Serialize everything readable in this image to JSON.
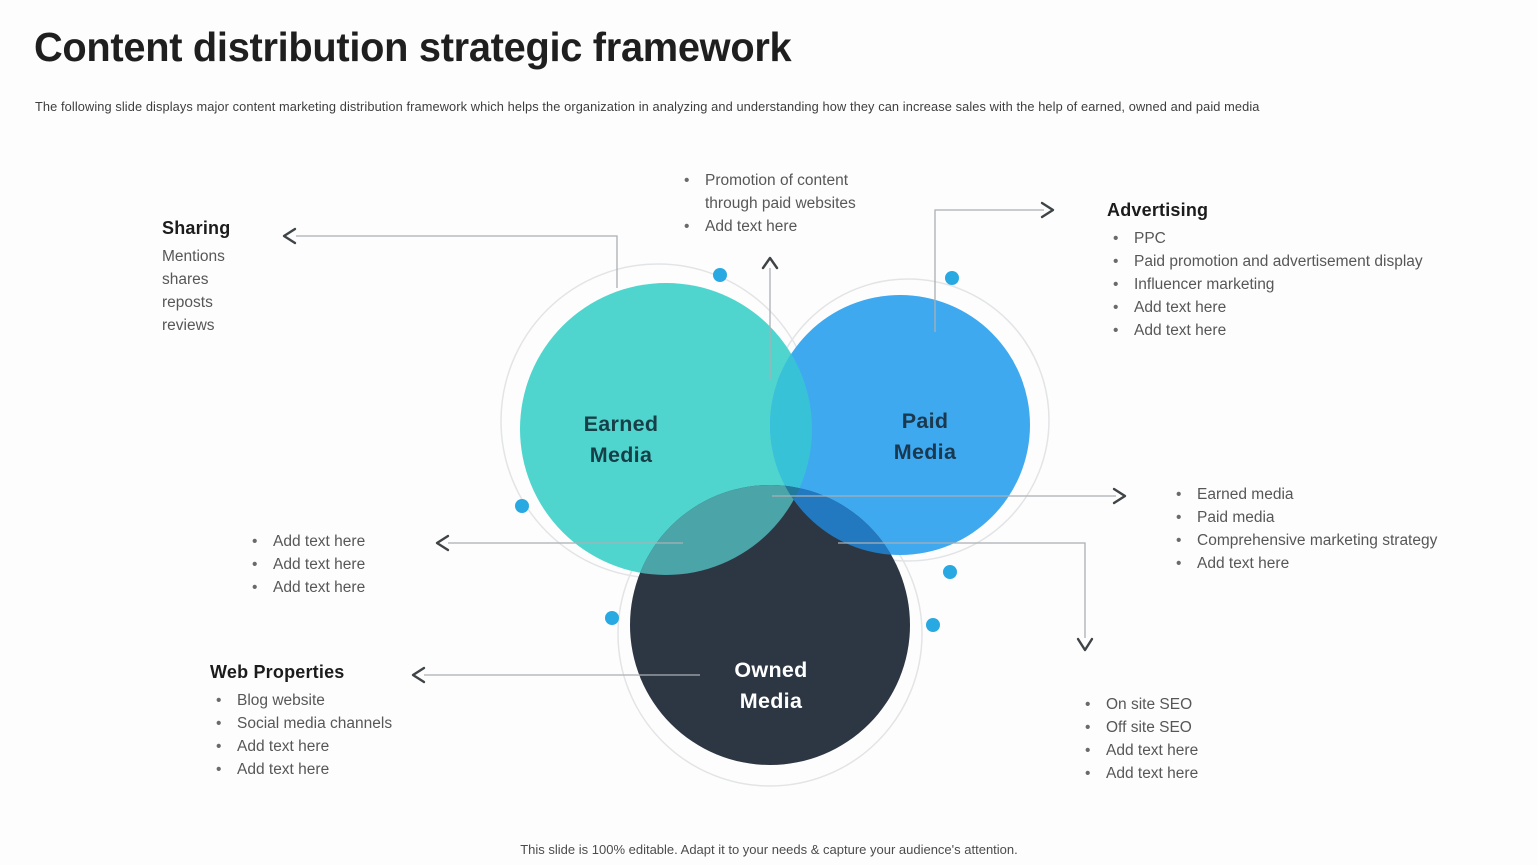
{
  "slide": {
    "title": "Content distribution strategic framework",
    "subtitle": "The following slide displays major content marketing distribution framework which helps the organization in analyzing and understanding how they can increase sales with the help of earned, owned and paid media",
    "footer": "This slide is 100% editable. Adapt it to your needs & capture your audience's attention."
  },
  "venn": {
    "circles": [
      {
        "label": "Earned Media",
        "color": "#4fd5cd"
      },
      {
        "label": "Paid Media",
        "color": "#3fa9f0"
      },
      {
        "label": "Owned Media",
        "color": "#2d3743"
      }
    ]
  },
  "callouts": {
    "sharing": {
      "heading": "Sharing",
      "items": [
        "Mentions",
        "shares",
        "reposts",
        "reviews"
      ]
    },
    "paid_promotion": {
      "items": [
        "Promotion of content through paid websites",
        "Add text here"
      ]
    },
    "advertising": {
      "heading": "Advertising",
      "items": [
        "PPC",
        "Paid promotion and advertisement display",
        "Influencer marketing",
        "Add text here",
        "Add text here"
      ]
    },
    "combined_strategy": {
      "items": [
        "Earned media",
        "Paid media",
        "Comprehensive marketing strategy",
        "Add text here"
      ]
    },
    "earned_notes": {
      "items": [
        "Add text here",
        "Add text here",
        "Add text here"
      ]
    },
    "web_properties": {
      "heading": "Web Properties",
      "items": [
        "Blog website",
        "Social media channels",
        "Add text here",
        "Add text here"
      ]
    },
    "seo": {
      "items": [
        "On site SEO",
        "Off site SEO",
        "Add text here",
        "Add text here"
      ]
    }
  },
  "colors": {
    "earned": "#4fd5cd",
    "paid": "#3fa9f0",
    "owned": "#2d3743",
    "earned_paid_overlap": "#38c2d8",
    "earned_owned_overlap": "#4aa4a8",
    "paid_owned_overlap": "#2379bf",
    "triple_overlap": "#21799c",
    "ring": "#e3e4e6",
    "dot": "#29a9e2",
    "connector": "#aab0b4",
    "arrow": "#3f4447"
  }
}
